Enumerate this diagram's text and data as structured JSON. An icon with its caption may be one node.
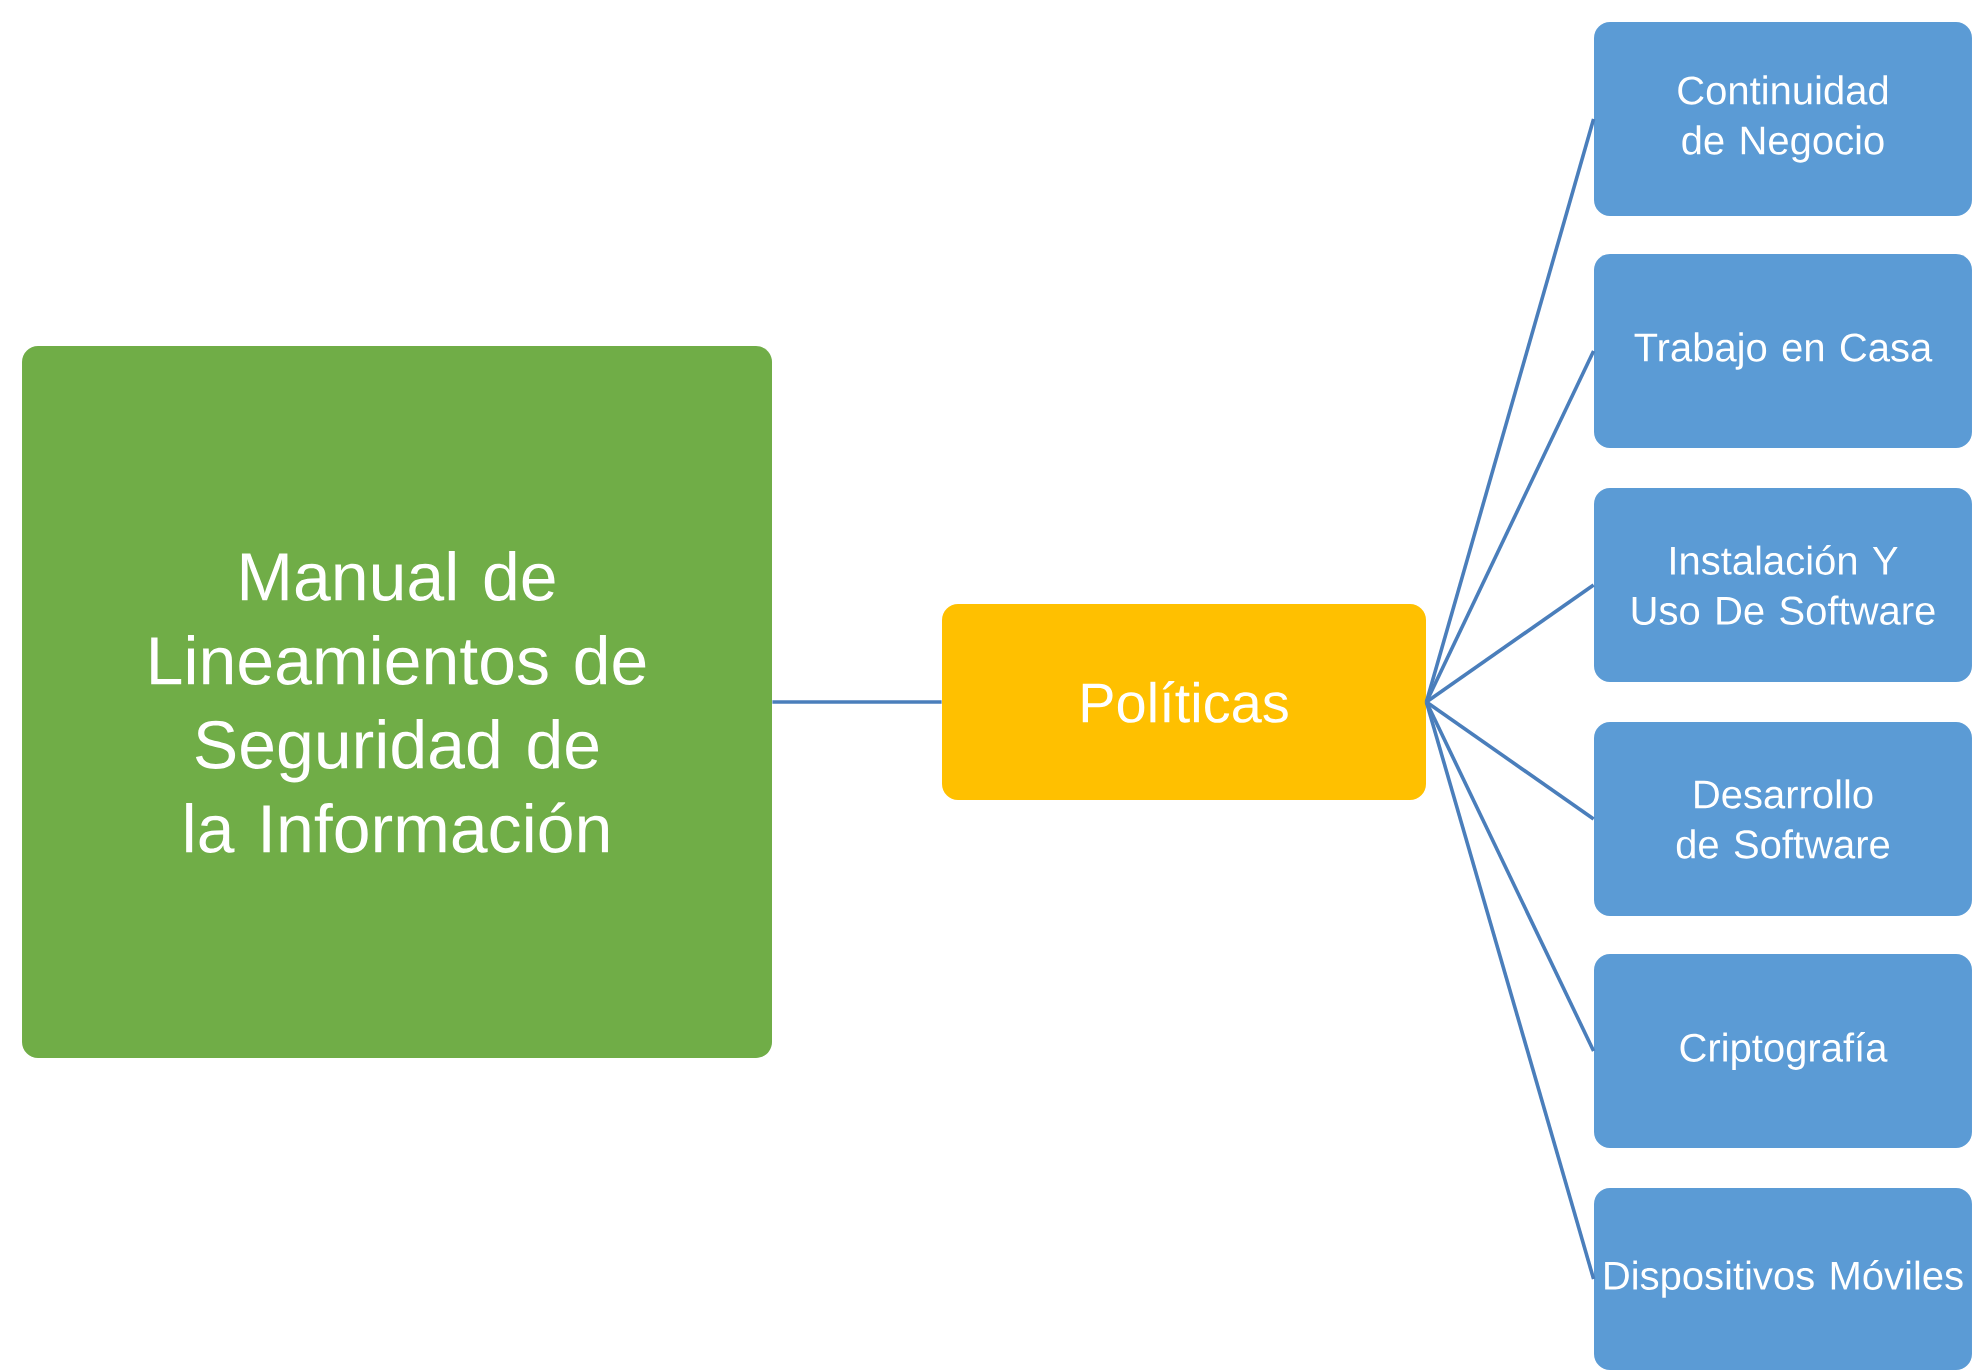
{
  "diagram": {
    "nodes": [
      {
        "text": [
          "Manual de Lineamientos de Seguridad de la Información"
        ]
      },
      {
        "text": [
          "Políticas"
        ]
      },
      {
        "text": [
          "Continuidad de Negocio"
        ]
      },
      {
        "text": [
          "Trabajo en Casa"
        ]
      },
      {
        "text": [
          "Instalación Y Uso De Software"
        ]
      },
      {
        "text": [
          "Desarrollo de Software"
        ]
      },
      {
        "text": [
          "Criptografía"
        ]
      },
      {
        "text": [
          "Dispositivos Móviles"
        ]
      }
    ],
    "edges": [
      {
        "from": 0,
        "to": 1,
        "arrow": "none"
      },
      {
        "from": 1,
        "to": 2,
        "arrow": "none"
      },
      {
        "from": 1,
        "to": 3,
        "arrow": "none"
      },
      {
        "from": 1,
        "to": 4,
        "arrow": "none"
      },
      {
        "from": 1,
        "to": 5,
        "arrow": "none"
      },
      {
        "from": 1,
        "to": 6,
        "arrow": "none"
      },
      {
        "from": 1,
        "to": 7,
        "arrow": "none"
      }
    ]
  }
}
